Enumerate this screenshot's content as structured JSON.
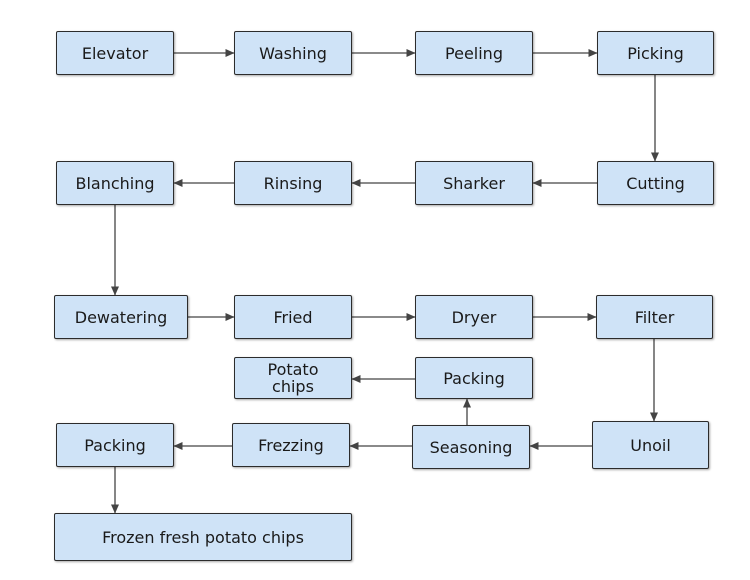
{
  "nodes": {
    "elevator": "Elevator",
    "washing": "Washing",
    "peeling": "Peeling",
    "picking": "Picking",
    "cutting": "Cutting",
    "sharker": "Sharker",
    "rinsing": "Rinsing",
    "blanching": "Blanching",
    "dewatering": "Dewatering",
    "fried": "Fried",
    "dryer": "Dryer",
    "filter": "Filter",
    "unoil": "Unoil",
    "seasoning": "Seasoning",
    "packing_top": "Packing",
    "potato_chips": "Potato\nchips",
    "frezzing": "Frezzing",
    "packing_bottom": "Packing",
    "frozen_fresh_potato_chips": "Frozen fresh potato chips"
  },
  "edges": [
    [
      "elevator",
      "washing"
    ],
    [
      "washing",
      "peeling"
    ],
    [
      "peeling",
      "picking"
    ],
    [
      "picking",
      "cutting"
    ],
    [
      "cutting",
      "sharker"
    ],
    [
      "sharker",
      "rinsing"
    ],
    [
      "rinsing",
      "blanching"
    ],
    [
      "blanching",
      "dewatering"
    ],
    [
      "dewatering",
      "fried"
    ],
    [
      "fried",
      "dryer"
    ],
    [
      "dryer",
      "filter"
    ],
    [
      "filter",
      "unoil"
    ],
    [
      "unoil",
      "seasoning"
    ],
    [
      "seasoning",
      "packing_top"
    ],
    [
      "packing_top",
      "potato_chips"
    ],
    [
      "seasoning",
      "frezzing"
    ],
    [
      "frezzing",
      "packing_bottom"
    ],
    [
      "packing_bottom",
      "frozen_fresh_potato_chips"
    ]
  ],
  "colors": {
    "box_fill": "#cfe3f7",
    "line": "#444444"
  }
}
